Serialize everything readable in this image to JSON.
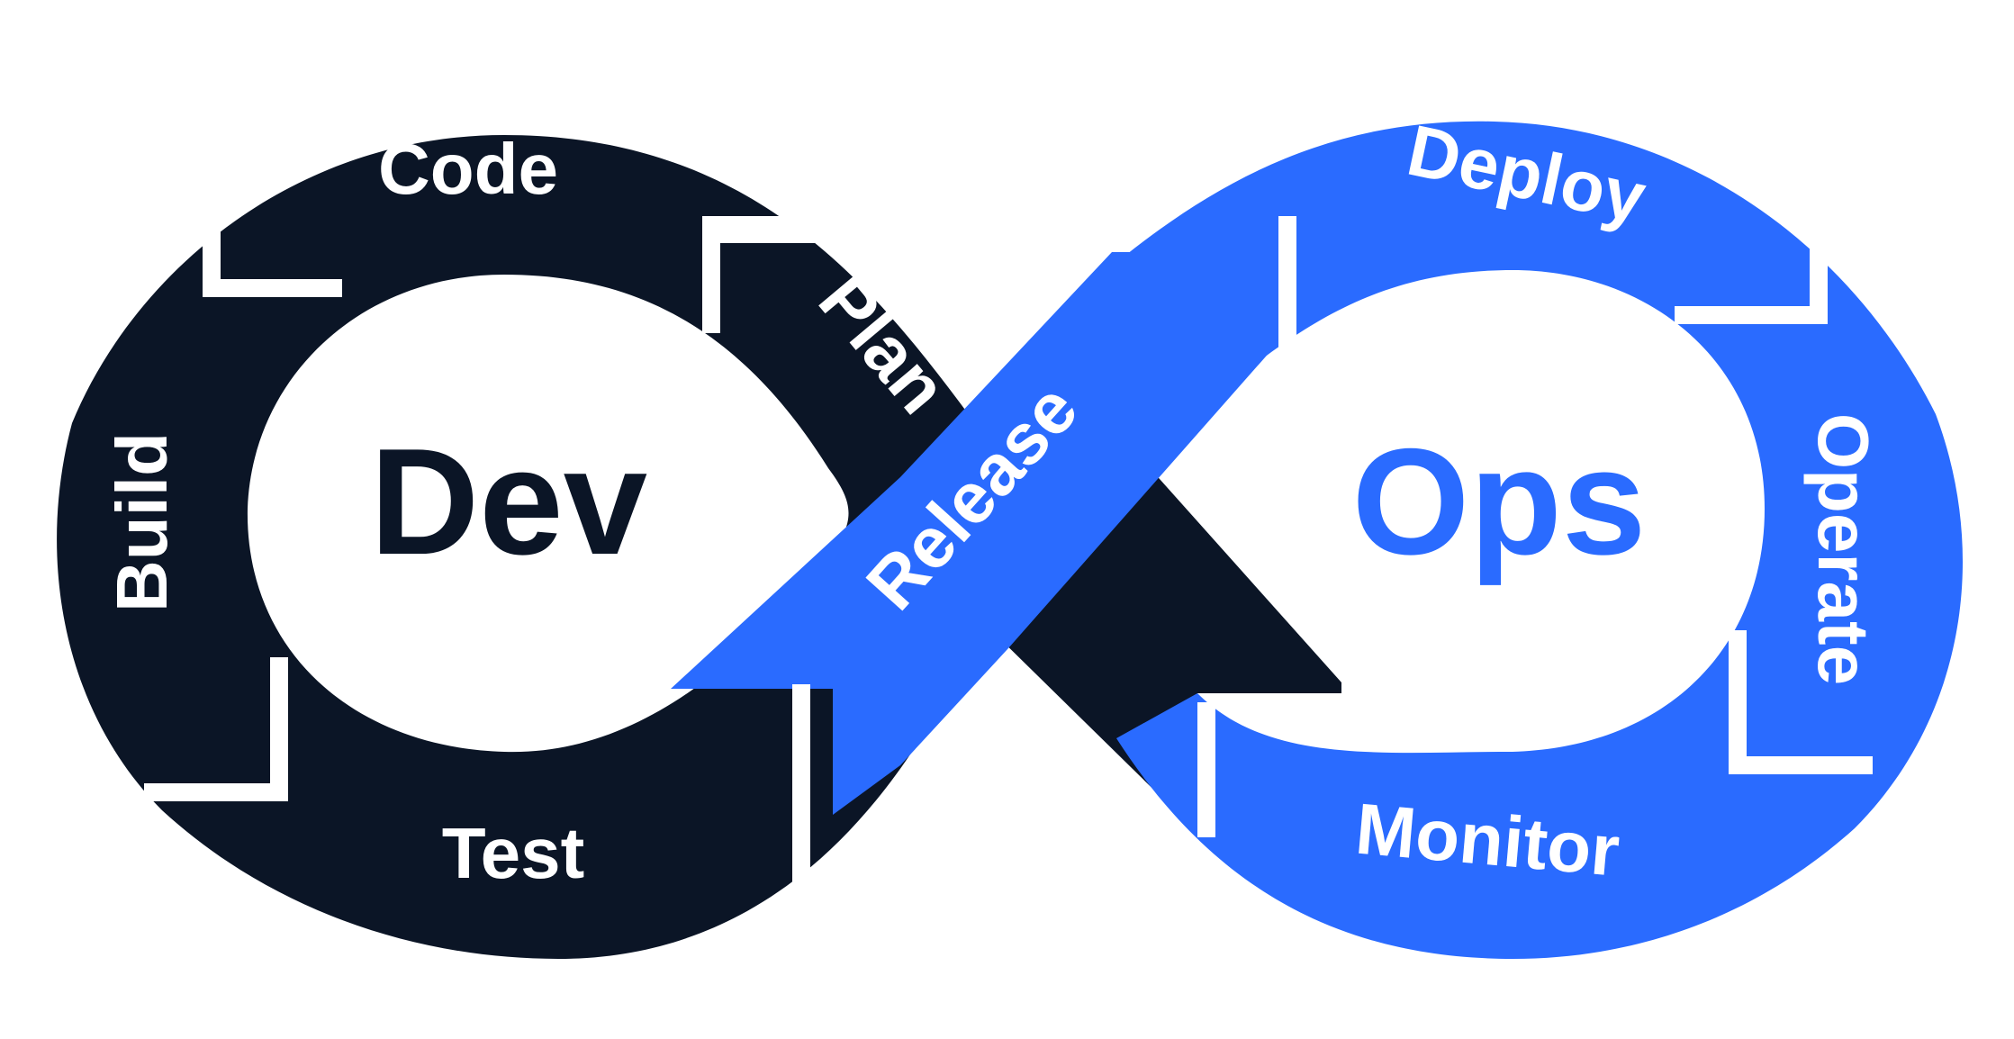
{
  "diagram": {
    "center_left": "Dev",
    "center_right": "Ops",
    "stages": {
      "plan": "Plan",
      "code": "Code",
      "build": "Build",
      "test": "Test",
      "release": "Release",
      "deploy": "Deploy",
      "operate": "Operate",
      "monitor": "Monitor"
    }
  },
  "colors": {
    "dev": "#0b1526",
    "ops": "#2a6bff",
    "background": "#ffffff"
  }
}
